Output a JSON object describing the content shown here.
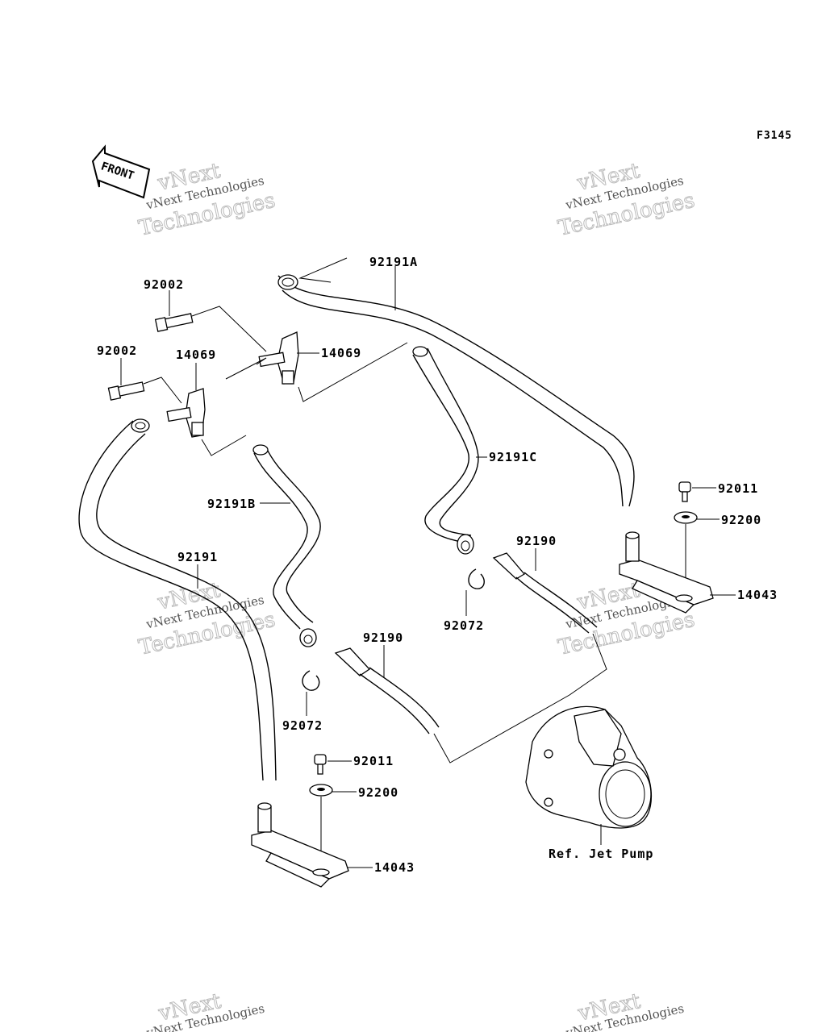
{
  "figure_code": "F3145",
  "front_label": "FRONT",
  "watermark": {
    "line1": "vNext Technologies",
    "line2": "vNext",
    "line3": "Technologies"
  },
  "parts": {
    "p92191A": "92191A",
    "p92002_top": "92002",
    "p92002_left": "92002",
    "p14069_right": "14069",
    "p14069_left": "14069",
    "p92191C": "92191C",
    "p92191B": "92191B",
    "p92011_right": "92011",
    "p92200_right": "92200",
    "p92190_right": "92190",
    "p92191": "92191",
    "p14043_right": "14043",
    "p92072_mid": "92072",
    "p92190_mid": "92190",
    "p92072_left": "92072",
    "p92011_left": "92011",
    "p92200_left": "92200",
    "ref_jet_pump": "Ref. Jet Pump",
    "p14043_left": "14043"
  }
}
